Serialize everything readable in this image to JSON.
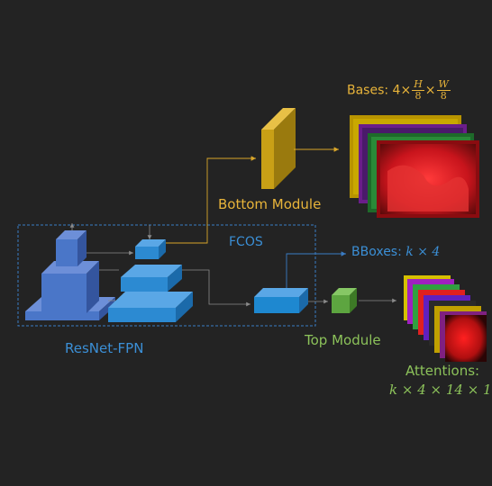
{
  "labels": {
    "bases_prefix": "Bases: 4×",
    "bases_frac1_num": "H",
    "bases_frac1_den": "8",
    "bases_times": "×",
    "bases_frac2_num": "W",
    "bases_frac2_den": "8",
    "bottom_module": "Bottom Module",
    "fcos": "FCOS",
    "bboxes_prefix": "BBoxes: ",
    "bboxes_math": "k × 4",
    "top_module": "Top Module",
    "resnet_fpn": "ResNet-FPN",
    "attentions": "Attentions:",
    "attentions_math": "k × 4 × 14 × 1"
  },
  "colors": {
    "background": "#232323",
    "bases_gold": "#E8B43A",
    "blue_text": "#3B8FD6",
    "green_text": "#8CC25A",
    "arrow_gray": "#8A8A8A",
    "arrow_gold": "#D9A62A",
    "fcos_border": "#3A7CC4",
    "backbone_blue": "#4A76C8",
    "fpn_blue": "#2C8AD2",
    "head_blue": "#1E88D0",
    "top_green": "#5DA540",
    "bottom_gold": "#C9A016",
    "base_red": "#D8202A"
  }
}
